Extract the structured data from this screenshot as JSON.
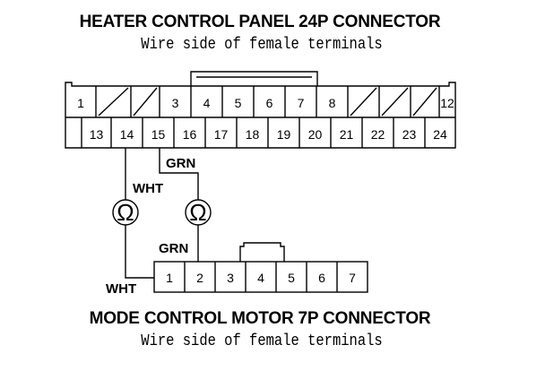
{
  "heater_connector": {
    "title": "HEATER CONTROL PANEL 24P CONNECTOR",
    "subtitle": "Wire side of female terminals",
    "row1": [
      "1",
      "",
      "",
      "3",
      "4",
      "5",
      "6",
      "7",
      "8",
      "",
      "",
      "",
      "12"
    ],
    "row2": [
      "13",
      "14",
      "15",
      "16",
      "17",
      "18",
      "19",
      "20",
      "21",
      "22",
      "23",
      "24"
    ]
  },
  "motor_connector": {
    "title": "MODE CONTROL MOTOR 7P CONNECTOR",
    "subtitle": "Wire side of female terminals",
    "pins": [
      "1",
      "2",
      "3",
      "4",
      "5",
      "6",
      "7"
    ]
  },
  "wires": {
    "grn_top": "GRN",
    "wht_top": "WHT",
    "grn_bottom": "GRN",
    "wht_bottom": "WHT"
  },
  "meter_symbol": "Ω",
  "meters": [
    {
      "label": "Ω"
    },
    {
      "label": "Ω"
    }
  ]
}
